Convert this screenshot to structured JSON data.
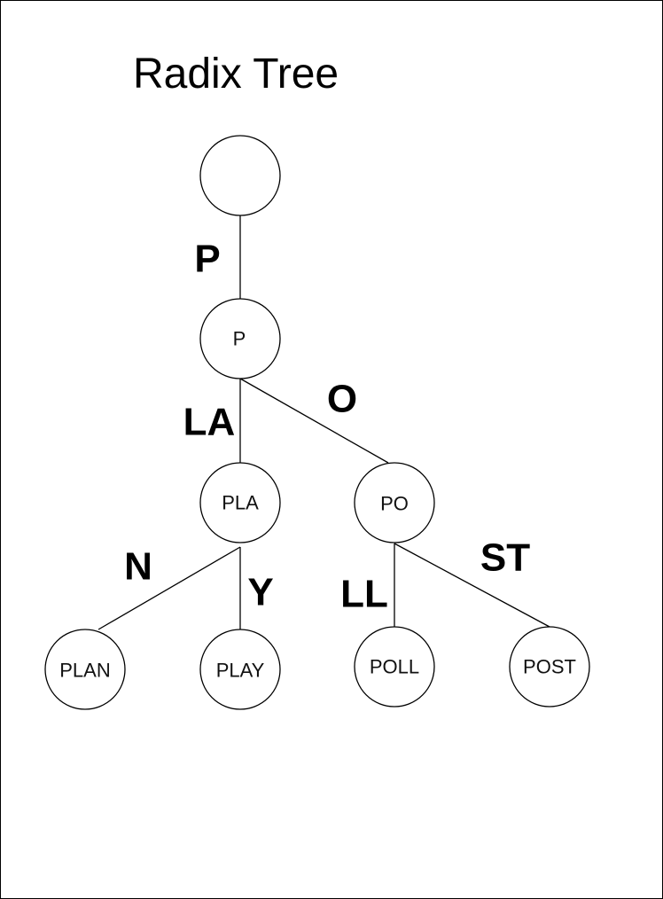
{
  "title": "Radix Tree",
  "nodes": {
    "root": {
      "label": ""
    },
    "p": {
      "label": "P"
    },
    "pla": {
      "label": "PLA"
    },
    "po": {
      "label": "PO"
    },
    "plan": {
      "label": "PLAN"
    },
    "play": {
      "label": "PLAY"
    },
    "poll": {
      "label": "POLL"
    },
    "post": {
      "label": "POST"
    }
  },
  "edges": {
    "root_p": {
      "label": "P"
    },
    "p_pla": {
      "label": "LA"
    },
    "p_po": {
      "label": "O"
    },
    "pla_plan": {
      "label": "N"
    },
    "pla_play": {
      "label": "Y"
    },
    "po_poll": {
      "label": "LL"
    },
    "po_post": {
      "label": "ST"
    }
  }
}
